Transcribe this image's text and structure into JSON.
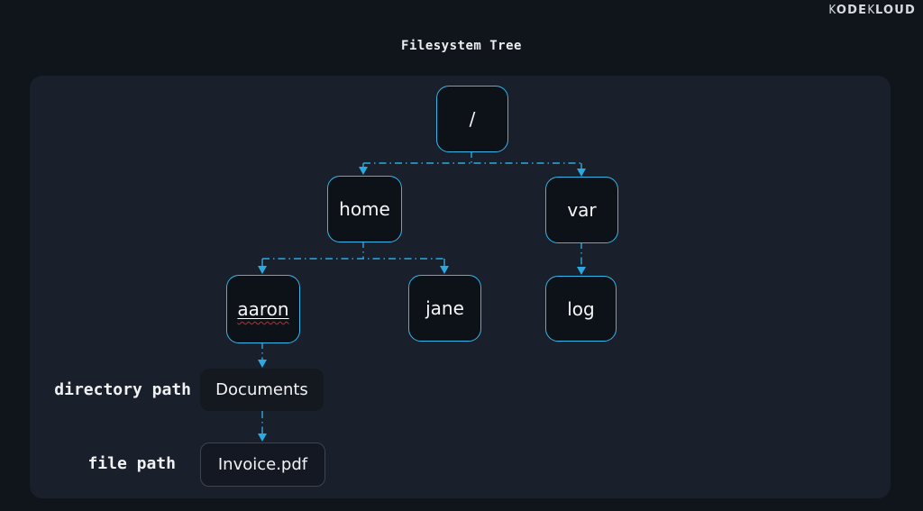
{
  "brand": {
    "k1": "K",
    "ode": "ODE",
    "k2": "K",
    "loud": "LOUD",
    "logo_text": "KODEKLOUD"
  },
  "header": {
    "title": "Filesystem Tree"
  },
  "tree": {
    "nodes": {
      "root": {
        "label": "/"
      },
      "home": {
        "label": "home"
      },
      "var": {
        "label": "var"
      },
      "aaron": {
        "label": "aaron",
        "spellcheck_underline": true
      },
      "jane": {
        "label": "jane"
      },
      "log": {
        "label": "log"
      },
      "documents": {
        "label": "Documents"
      },
      "invoice": {
        "label": "Invoice.pdf"
      }
    },
    "edges": [
      {
        "from": "/",
        "to": "home"
      },
      {
        "from": "/",
        "to": "var"
      },
      {
        "from": "home",
        "to": "aaron"
      },
      {
        "from": "home",
        "to": "jane"
      },
      {
        "from": "var",
        "to": "log"
      },
      {
        "from": "aaron",
        "to": "Documents"
      },
      {
        "from": "Documents",
        "to": "Invoice.pdf"
      }
    ]
  },
  "annotations": {
    "directory_path_label": "directory path",
    "file_path_label": "file path"
  },
  "colors": {
    "page_background": "#10151c",
    "panel_background": "#1a202b",
    "node_fill": "#0d1219",
    "node_border": "#36b6e9",
    "connector": "#2ba9e0",
    "spellcheck_red": "#c62a2a",
    "text": "#f5f6f7"
  }
}
